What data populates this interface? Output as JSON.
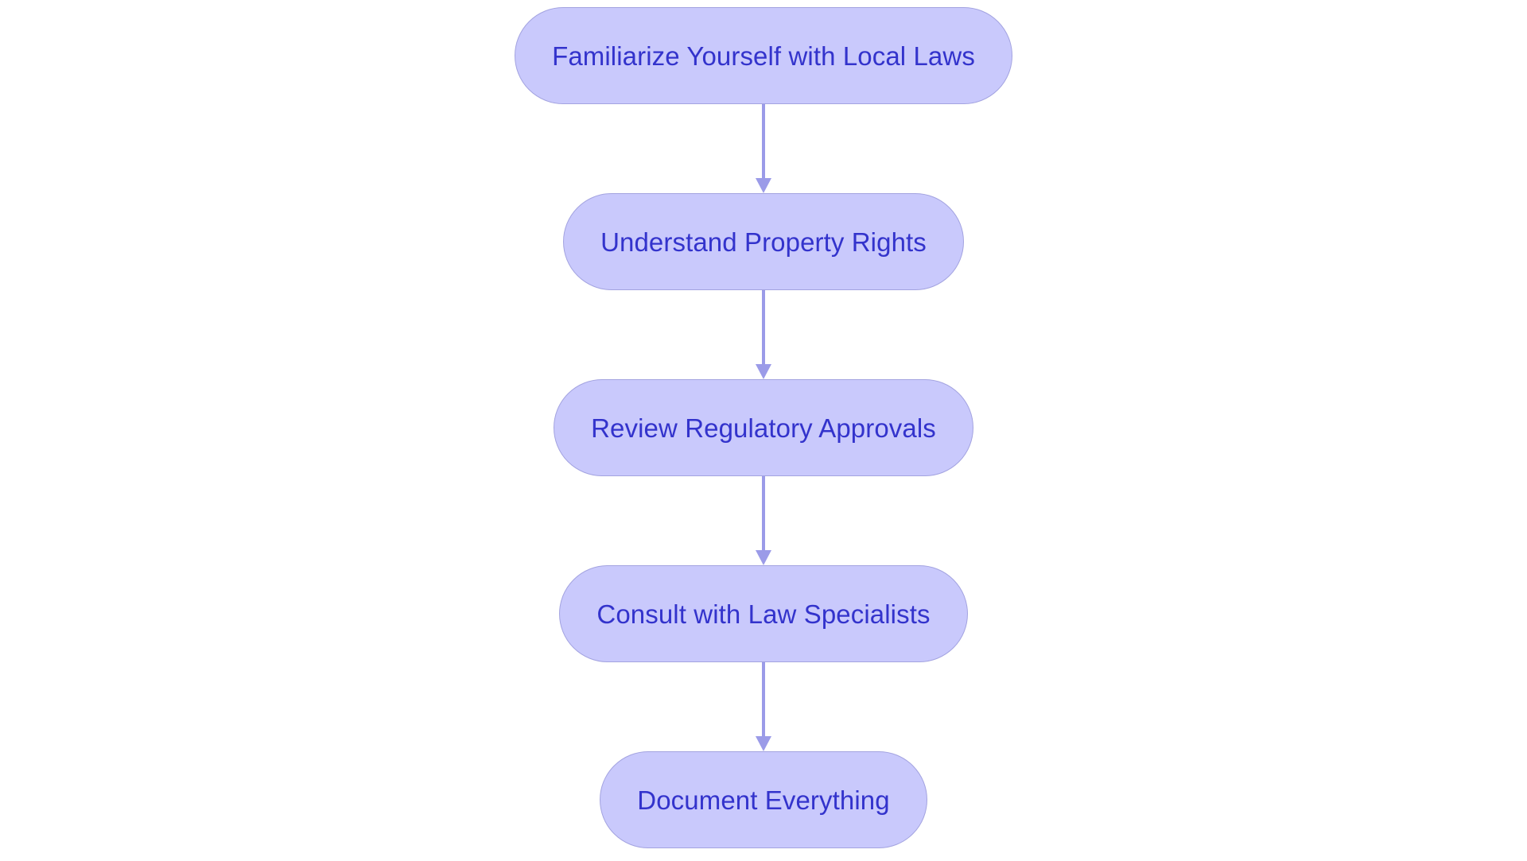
{
  "diagram": {
    "type": "flowchart",
    "orientation": "top-to-bottom",
    "title": "",
    "background_color": "#ffffff",
    "node_style": {
      "shape": "rounded-pill",
      "fill_color": "#c9c9fc",
      "border_color": "#a3a3e0",
      "text_color": "#3333cc"
    },
    "edge_style": {
      "line_color": "#9b9be8",
      "arrowhead": "filled-triangle",
      "arrowhead_color": "#9b9be8"
    },
    "nodes": [
      {
        "id": "step-1",
        "label": "Familiarize Yourself with Local Laws"
      },
      {
        "id": "step-2",
        "label": "Understand Property Rights"
      },
      {
        "id": "step-3",
        "label": "Review Regulatory Approvals"
      },
      {
        "id": "step-4",
        "label": "Consult with Law Specialists"
      },
      {
        "id": "step-5",
        "label": "Document Everything"
      }
    ],
    "edges": [
      {
        "from": "step-1",
        "to": "step-2",
        "label": ""
      },
      {
        "from": "step-2",
        "to": "step-3",
        "label": ""
      },
      {
        "from": "step-3",
        "to": "step-4",
        "label": ""
      },
      {
        "from": "step-4",
        "to": "step-5",
        "label": ""
      }
    ]
  }
}
